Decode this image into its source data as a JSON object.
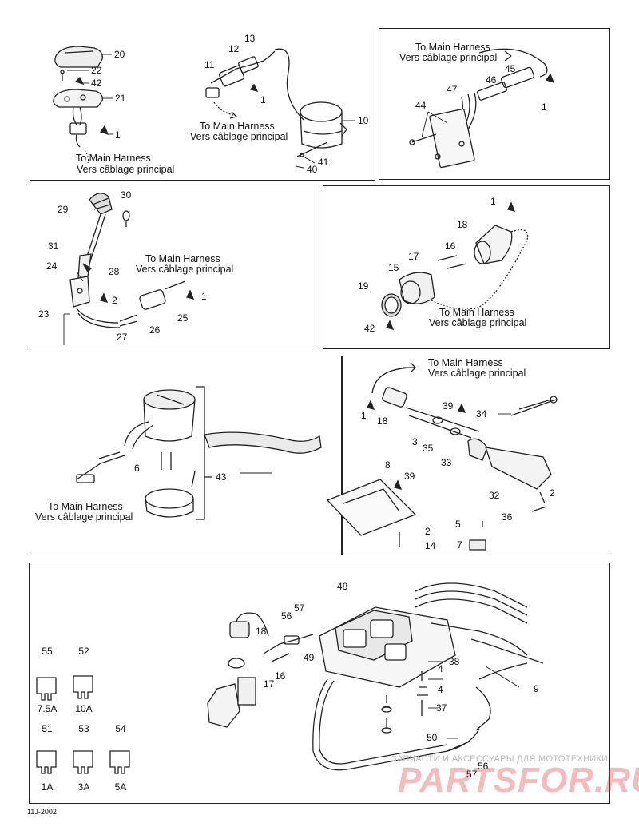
{
  "harness": {
    "en": "To Main Harness",
    "fr": "Vers câblage principal"
  },
  "panel1": {
    "labels": [
      "20",
      "22",
      "42",
      "21",
      "1"
    ]
  },
  "panel2": {
    "labels": [
      "13",
      "12",
      "11",
      "1",
      "10",
      "41",
      "40"
    ]
  },
  "panel3": {
    "labels": [
      "45",
      "46",
      "47",
      "44",
      "1"
    ]
  },
  "panel4": {
    "labels": [
      "30",
      "29",
      "31",
      "28",
      "24",
      "23",
      "2",
      "1",
      "25",
      "26",
      "27"
    ]
  },
  "panel5": {
    "labels": [
      "1",
      "18",
      "16",
      "17",
      "15",
      "19",
      "42"
    ]
  },
  "panel6": {
    "labels": [
      "6",
      "43"
    ]
  },
  "panel7": {
    "labels": [
      "39",
      "34",
      "1",
      "18",
      "3",
      "35",
      "33",
      "8",
      "39",
      "32",
      "2",
      "36",
      "5",
      "2",
      "14",
      "7"
    ]
  },
  "panel8": {
    "labels": [
      "48",
      "57",
      "56",
      "18",
      "49",
      "17",
      "16",
      "38",
      "4",
      "4",
      "37",
      "9",
      "50",
      "56",
      "57"
    ],
    "fuses": [
      {
        "num": "55",
        "rating": "7.5A"
      },
      {
        "num": "52",
        "rating": "10A"
      },
      {
        "num": "51",
        "rating": "1A"
      },
      {
        "num": "53",
        "rating": "3A"
      },
      {
        "num": "54",
        "rating": "5A"
      }
    ]
  },
  "footer": {
    "code": "11J-2002"
  },
  "watermark": {
    "brand": "PARTSFOR.RU",
    "tagline": "ЗАПЧАСТИ И АКСЕССУАРЫ ДЛЯ МОТОТЕХНИКИ"
  }
}
